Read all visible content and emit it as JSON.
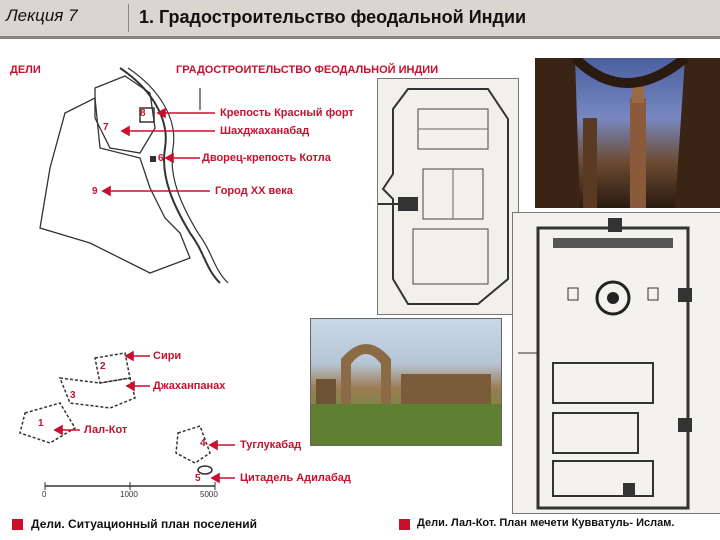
{
  "header": {
    "lecture": "Лекция 7",
    "title": "1. Градостроительство феодальной Индии"
  },
  "map": {
    "title_left": "ДЕЛИ",
    "title_right": "ГРАДОСТРОИТЕЛЬСТВО ФЕОДАЛЬНОЙ ИНДИИ",
    "labels": {
      "red_fort": "Крепость Красный форт",
      "shahjahanabad": "Шахджаханабад",
      "kotla": "Дворец-крепость Котла",
      "city_xx": "Город XX века",
      "siri": "Сири",
      "jahanpanah": "Джаханпанах",
      "lal_kot": "Лал-Кот",
      "tughlakabad": "Туглукабад",
      "adilabad": "Цитадель Адилабад"
    },
    "numbers": {
      "n8": "8",
      "n7": "7",
      "n6": "6",
      "n9": "9",
      "n2": "2",
      "n3": "3",
      "n1": "1",
      "n4": "4",
      "n5": "5"
    },
    "scale": {
      "zero": "0",
      "mid": "1000",
      "end": "5000"
    }
  },
  "captions": {
    "left": "Дели. Ситуационный план поселений",
    "right": "Дели. Лал-Кот. План мечети Кувватуль- Ислам."
  },
  "colors": {
    "accent": "#c8102e",
    "header_bg": "#d9d6cf"
  }
}
